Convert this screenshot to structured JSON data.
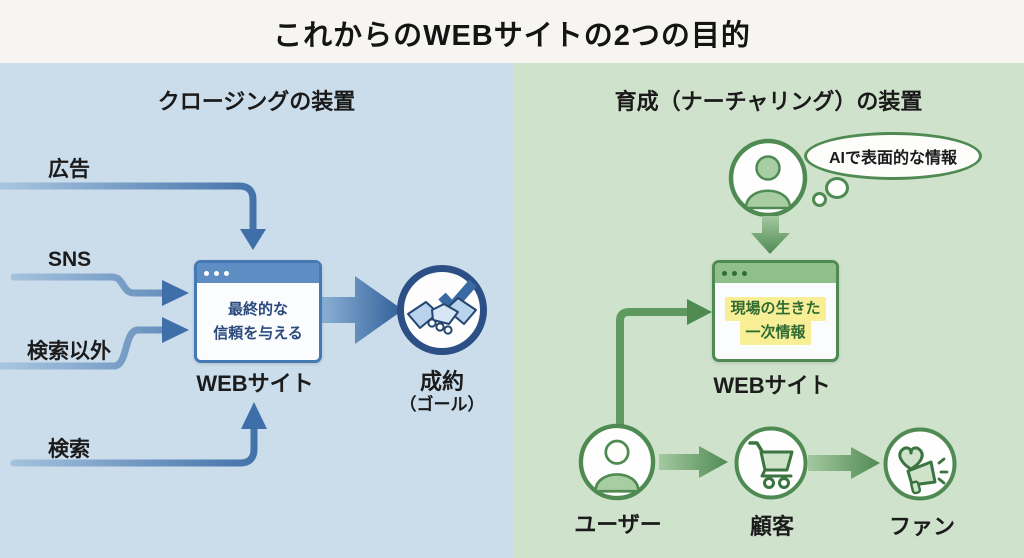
{
  "title": "これからのWEBサイトの2つの目的",
  "left": {
    "title": "クロージングの装置",
    "sources": {
      "ad": "広告",
      "sns": "SNS",
      "non_search": "検索以外",
      "search": "検索"
    },
    "browser": {
      "line1": "最終的な",
      "line2": "信頼を与える",
      "label": "WEBサイト"
    },
    "goal": {
      "label": "成約",
      "sublabel": "（ゴール）"
    }
  },
  "right": {
    "title": "育成（ナーチャリング）の装置",
    "bubble": "AIで表面的な情報",
    "browser": {
      "line1": "現場の生きた",
      "line2": "一次情報",
      "label": "WEBサイト"
    },
    "funnel": {
      "user": "ユーザー",
      "customer": "顧客",
      "fan": "ファン"
    }
  },
  "colors": {
    "page_bg": "#f7f5f1",
    "left_panel_bg": "#cbdcea",
    "right_panel_bg": "#cfe2cb",
    "blue_accent": "#3f6fa8",
    "blue_dark_ring": "#2c5086",
    "green_accent": "#4e8a52",
    "highlight_yellow": "#f8ee96",
    "browser_blue_header": "#5e8dc3",
    "browser_green_header": "#8fc08b"
  }
}
